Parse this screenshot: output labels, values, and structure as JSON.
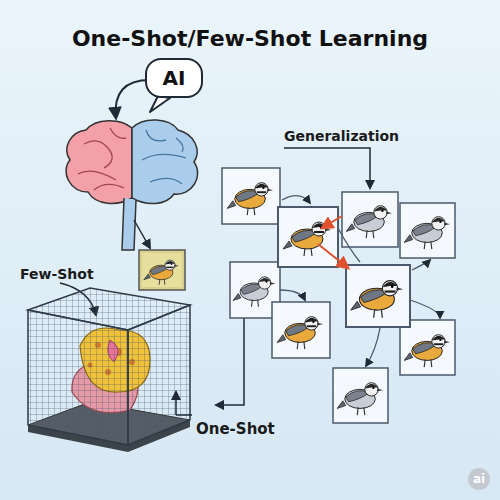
{
  "diagram": {
    "title": "One-Shot/Few-Shot Learning",
    "nodes": [
      {
        "text": [
          "AI"
        ]
      }
    ],
    "labels": [
      "Generalization",
      "Few-Shot",
      "One-Shot",
      "ai"
    ]
  }
}
